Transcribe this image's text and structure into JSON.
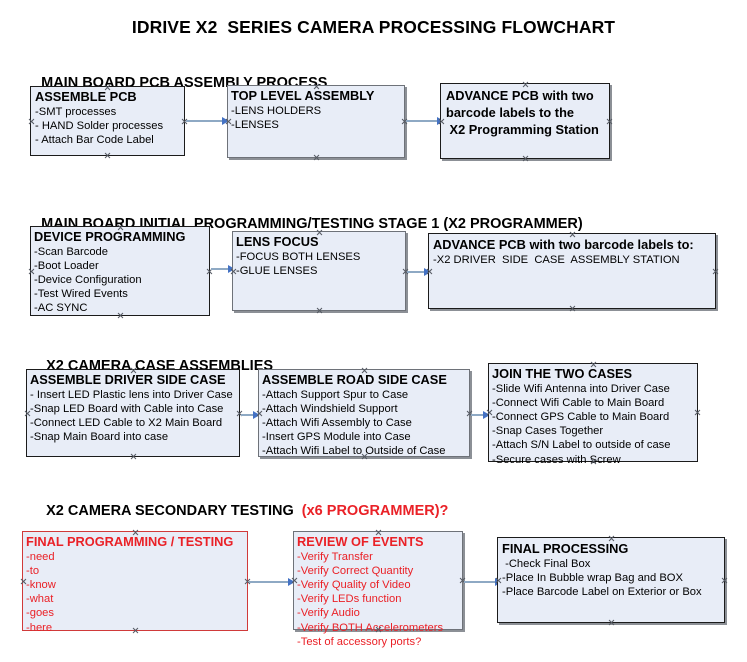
{
  "document": {
    "title": "IDRIVE X2  SERIES CAMERA PROCESSING FLOWCHART"
  },
  "colors": {
    "box_fill": "#e8edf7",
    "box_border": "#1b1b1b",
    "accent_red": "#ea2127",
    "connector": "#8ea9c4",
    "arrowhead": "#4472c4"
  },
  "sections": [
    {
      "heading": "MAIN BOARD PCB ASSEMBLY PROCESS",
      "heading_accent": "",
      "nodes": [
        {
          "title": "ASSEMBLE PCB",
          "lines": [
            "-SMT processes",
            "- HAND Solder processes",
            "- Attach Bar Code Label"
          ]
        },
        {
          "title": "TOP LEVEL ASSEMBLY",
          "lines": [
            "-LENS HOLDERS",
            "-LENSES"
          ]
        },
        {
          "title": "ADVANCE PCB with two\nbarcode labels to the\n X2 Programming Station",
          "lines": []
        }
      ]
    },
    {
      "heading": "MAIN BOARD INITIAL PROGRAMMING/TESTING STAGE 1 (X2 PROGRAMMER)",
      "heading_accent": "",
      "nodes": [
        {
          "title": "DEVICE PROGRAMMING",
          "lines": [
            "-Scan Barcode",
            "-Boot Loader",
            "-Device Configuration",
            "-Test Wired Events",
            "-AC SYNC"
          ]
        },
        {
          "title": "LENS FOCUS",
          "lines": [
            "-FOCUS BOTH LENSES",
            "-GLUE LENSES"
          ]
        },
        {
          "title": "ADVANCE PCB with two barcode labels to:",
          "lines": [
            "-X2 DRIVER  SIDE  CASE  ASSEMBLY STATION"
          ]
        }
      ]
    },
    {
      "heading": "X2 CAMERA CASE ASSEMBLIES",
      "heading_accent": "",
      "nodes": [
        {
          "title": "ASSEMBLE DRIVER SIDE CASE",
          "lines": [
            "- Insert LED Plastic lens into Driver Case",
            "-Snap LED Board with Cable into Case",
            "-Connect LED Cable to X2 Main Board",
            "-Snap Main Board into case"
          ]
        },
        {
          "title": "ASSEMBLE ROAD SIDE CASE",
          "lines": [
            "-Attach Support Spur to Case",
            "-Attach Windshield Support",
            "-Attach Wifi Assembly to Case",
            "-Insert GPS Module into Case",
            "-Attach Wifi Label to Outside of Case"
          ]
        },
        {
          "title": "JOIN THE TWO CASES",
          "lines": [
            "-Slide Wifi Antenna into Driver Case",
            "-Connect Wifi Cable to Main Board",
            "-Connect GPS Cable to Main Board",
            "-Snap Cases Together",
            "-Attach S/N Label to outside of case",
            "-Secure cases with Screw"
          ]
        }
      ]
    },
    {
      "heading": "X2 CAMERA SECONDARY TESTING ",
      "heading_accent": " (x6 PROGRAMMER)?",
      "nodes": [
        {
          "title": "FINAL PROGRAMMING / TESTING",
          "lines": [
            "-need",
            "-to",
            "-know",
            "-what",
            "-goes",
            "-here"
          ]
        },
        {
          "title": "REVIEW OF EVENTS",
          "lines": [
            "-Verify Transfer",
            "-Verify Correct Quantity",
            "-Verify Quality of Video",
            "-Verify LEDs function",
            "-Verify Audio",
            "-Verify BOTH Accelerometers"
          ],
          "overflow_line": "-Test of accessory ports?"
        },
        {
          "title": "FINAL PROCESSING",
          "lines": [
            " -Check Final Box",
            "-Place In Bubble wrap Bag and BOX",
            "-Place Barcode Label on Exterior or Box"
          ]
        }
      ]
    }
  ]
}
